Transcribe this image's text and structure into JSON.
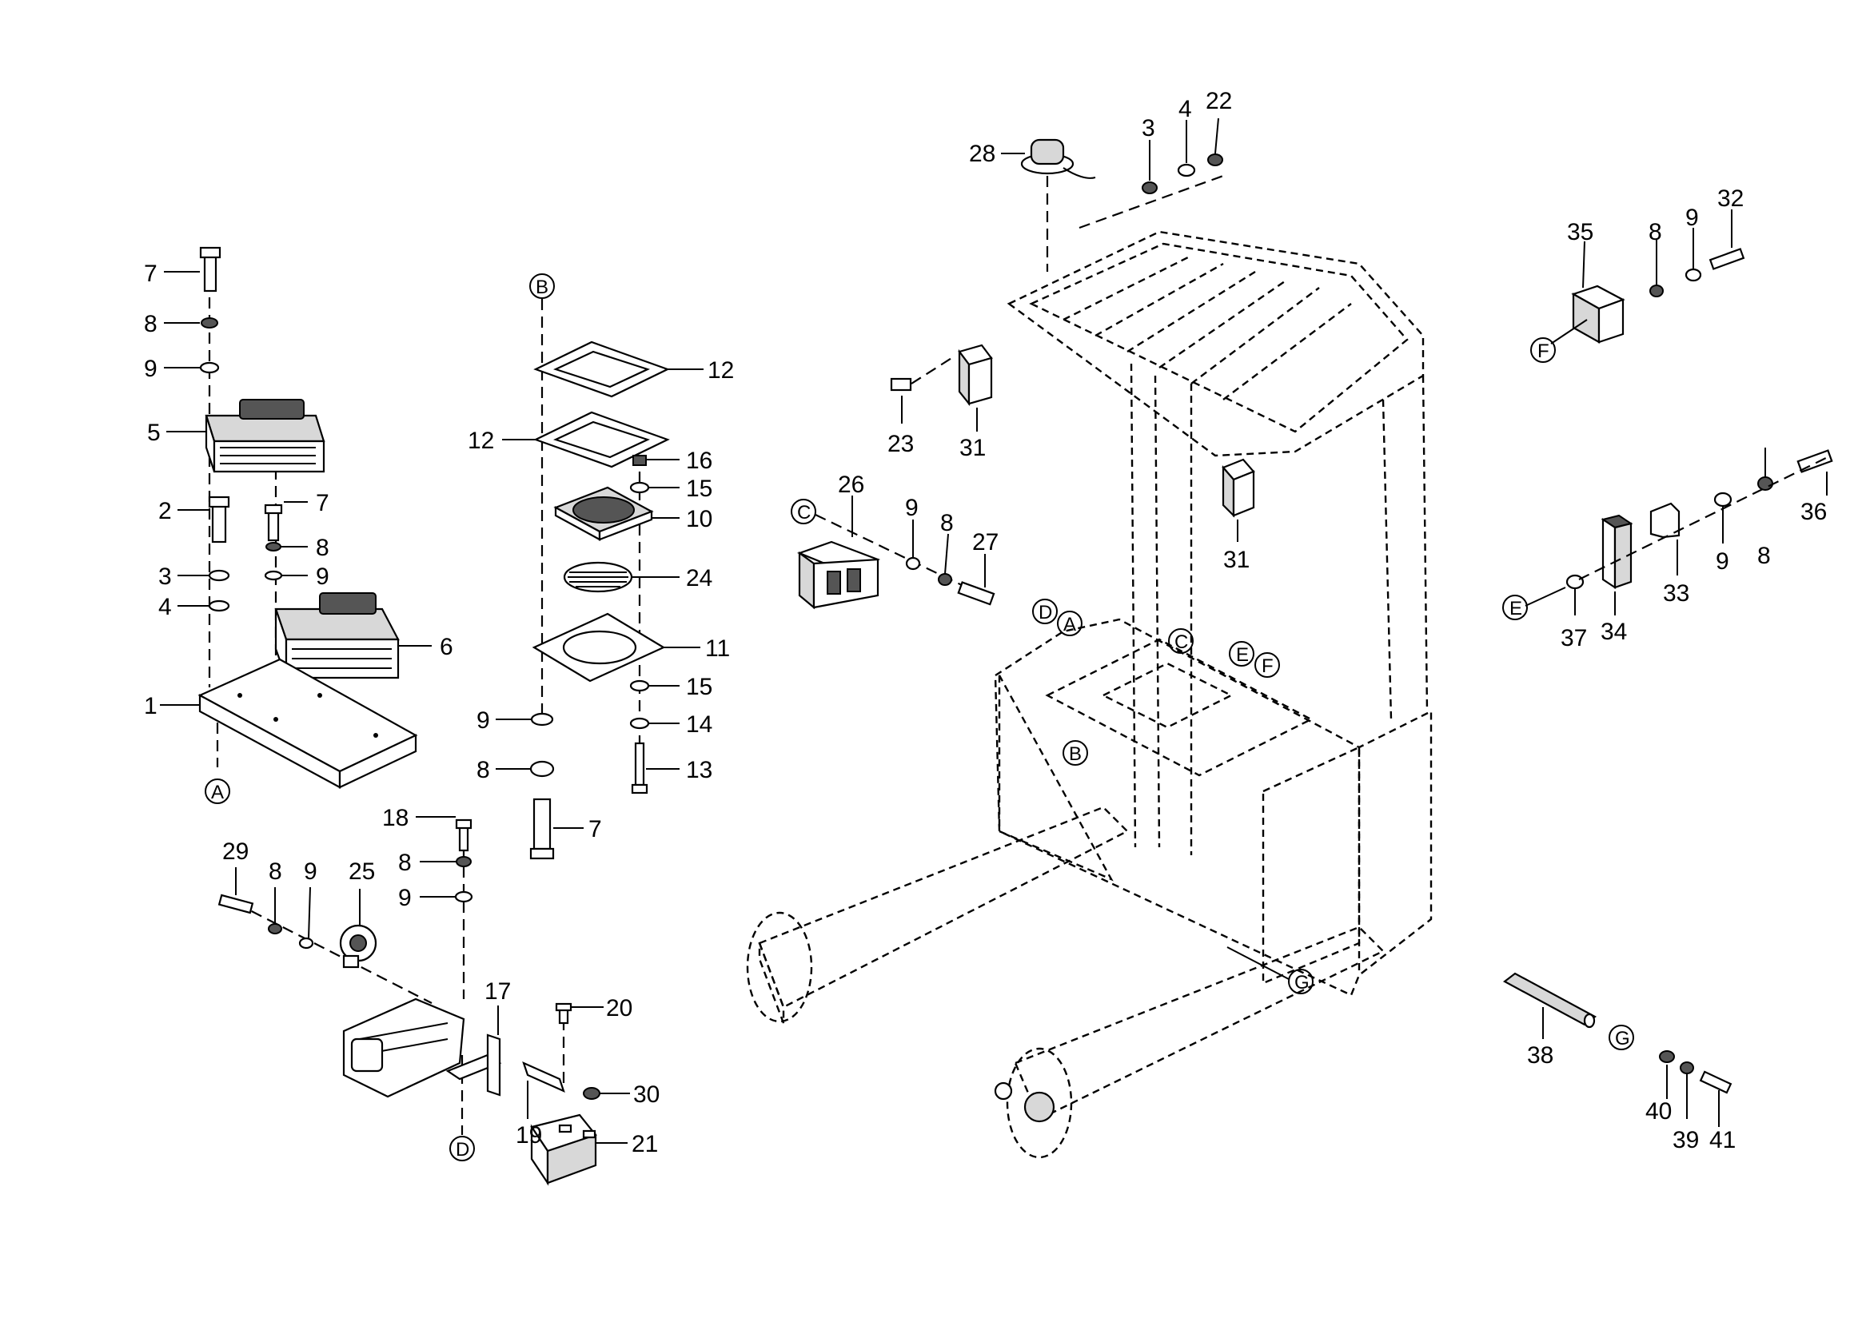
{
  "labels": {
    "p1": "1",
    "p2": "2",
    "p3a": "3",
    "p3b": "3",
    "p4a": "4",
    "p4b": "4",
    "p5": "5",
    "p6": "6",
    "p7a": "7",
    "p7b": "7",
    "p7c": "7",
    "p8a": "8",
    "p8b": "8",
    "p8c": "8",
    "p8d": "8",
    "p8e": "8",
    "p8f": "8",
    "p8g": "8",
    "p8h": "8",
    "p9a": "9",
    "p9b": "9",
    "p9c": "9",
    "p9d": "9",
    "p9e": "9",
    "p9f": "9",
    "p9g": "9",
    "p9h": "9",
    "p10": "10",
    "p11": "11",
    "p12a": "12",
    "p12b": "12",
    "p13": "13",
    "p14": "14",
    "p15a": "15",
    "p15b": "15",
    "p16": "16",
    "p17": "17",
    "p18": "18",
    "p19": "19",
    "p20": "20",
    "p21": "21",
    "p22": "22",
    "p23": "23",
    "p24": "24",
    "p25": "25",
    "p26": "26",
    "p27": "27",
    "p28": "28",
    "p29": "29",
    "p30": "30",
    "p31a": "31",
    "p31b": "31",
    "p32": "32",
    "p33": "33",
    "p34": "34",
    "p35": "35",
    "p36": "36",
    "p37": "37",
    "p38": "38",
    "p39": "39",
    "p40": "40",
    "p41": "41"
  },
  "refs": {
    "A1": "A",
    "A2": "A",
    "B1": "B",
    "B2": "B",
    "C1": "C",
    "C2": "C",
    "D1": "D",
    "D2": "D",
    "E1": "E",
    "E2": "E",
    "F1": "F",
    "F2": "F",
    "G1": "G",
    "G2": "G"
  }
}
